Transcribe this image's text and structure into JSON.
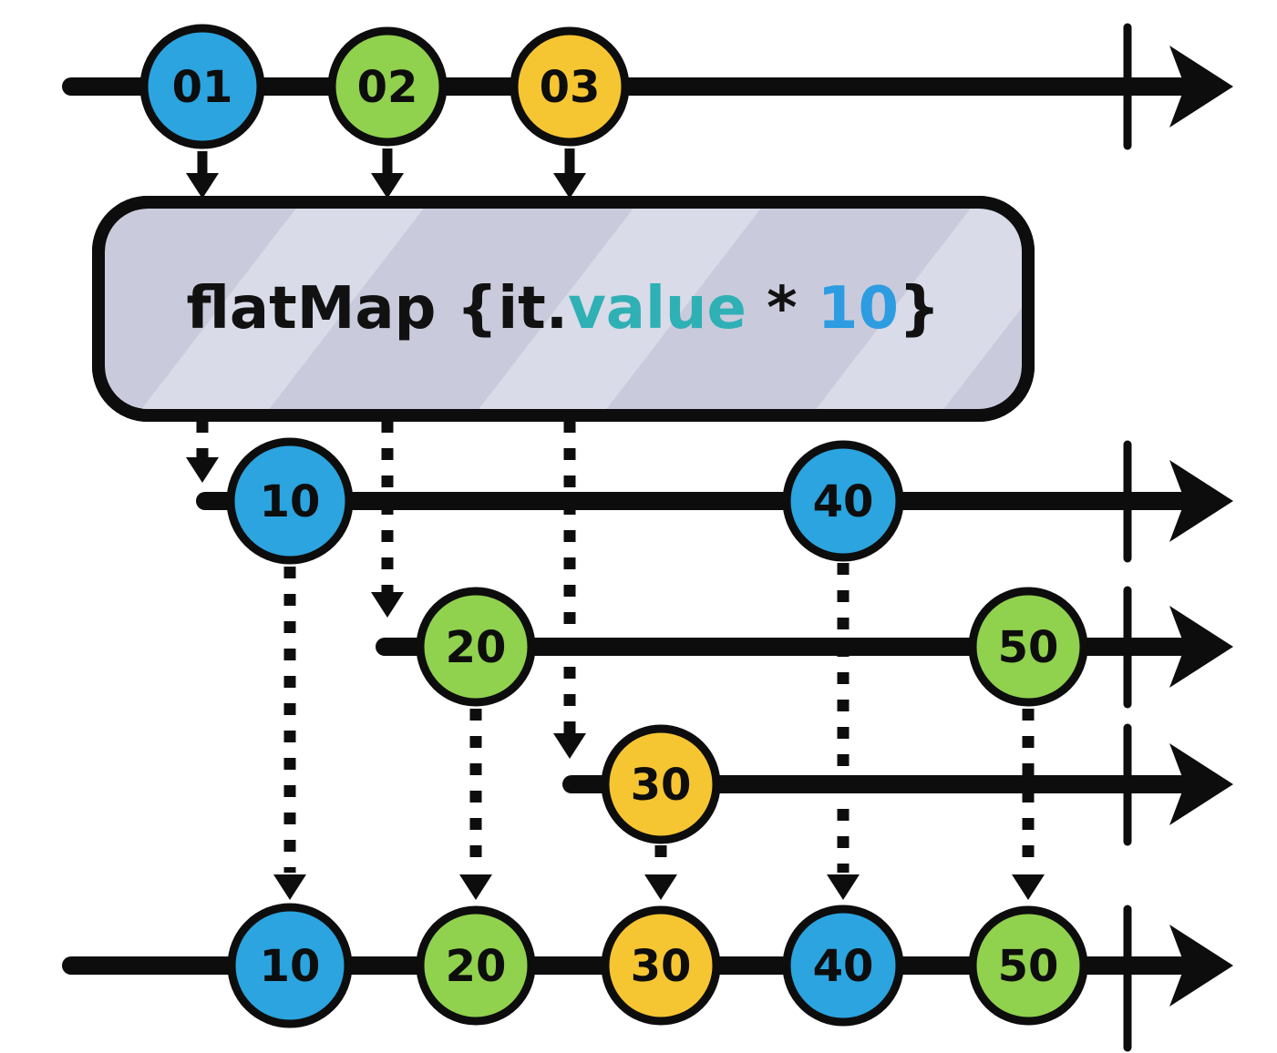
{
  "colors": {
    "marble_blue": "#2ba4df",
    "marble_green": "#90d14e",
    "marble_yellow": "#f6c532",
    "stroke_black": "#0d0d0d",
    "box_fill": "#c9cbdc",
    "box_stripe": "#d9dbe8",
    "token_black": "#111111",
    "token_teal": "#2fb0b5",
    "token_blue": "#2d9ce0"
  },
  "operator": {
    "prefix": "flatMap {it.",
    "value_token": "value",
    "operator_token": " * ",
    "number_token": "10",
    "suffix": "}"
  },
  "source_stream": {
    "marbles": [
      {
        "label": "01",
        "fill": "#2ba4df"
      },
      {
        "label": "02",
        "fill": "#90d14e"
      },
      {
        "label": "03",
        "fill": "#f6c532"
      }
    ]
  },
  "inner_streams": [
    {
      "marbles": [
        {
          "label": "10",
          "fill": "#2ba4df"
        },
        {
          "label": "40",
          "fill": "#2ba4df"
        }
      ]
    },
    {
      "marbles": [
        {
          "label": "20",
          "fill": "#90d14e"
        },
        {
          "label": "50",
          "fill": "#90d14e"
        }
      ]
    },
    {
      "marbles": [
        {
          "label": "30",
          "fill": "#f6c532"
        }
      ]
    }
  ],
  "output_stream": {
    "marbles": [
      {
        "label": "10",
        "fill": "#2ba4df"
      },
      {
        "label": "20",
        "fill": "#90d14e"
      },
      {
        "label": "30",
        "fill": "#f6c532"
      },
      {
        "label": "40",
        "fill": "#2ba4df"
      },
      {
        "label": "50",
        "fill": "#90d14e"
      }
    ]
  }
}
